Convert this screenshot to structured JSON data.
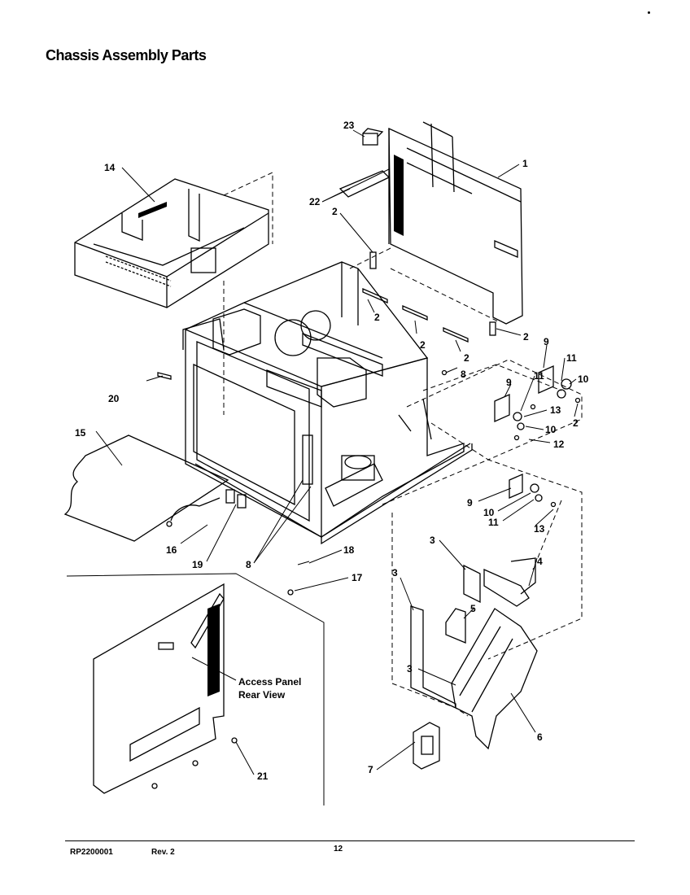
{
  "page": {
    "title": "Chassis Assembly Parts",
    "footer": {
      "doc_number": "RP2200001",
      "revision": "Rev. 2",
      "page_number": "12"
    }
  },
  "callouts": {
    "c1": "1",
    "c2a": "2",
    "c2b": "2",
    "c2c": "2",
    "c2d": "2",
    "c2e": "2",
    "c2f": "2",
    "c3a": "3",
    "c3b": "3",
    "c3c": "3",
    "c4": "4",
    "c5": "5",
    "c6": "6",
    "c7": "7",
    "c8a": "8",
    "c8b": "8",
    "c9a": "9",
    "c9b": "9",
    "c9c": "9",
    "c10a": "10",
    "c10b": "10",
    "c10c": "10",
    "c11a": "11",
    "c11b": "11",
    "c11c": "11",
    "c12": "12",
    "c13a": "13",
    "c13b": "13",
    "c14": "14",
    "c15": "15",
    "c16": "16",
    "c17": "17",
    "c18": "18",
    "c19": "19",
    "c20": "20",
    "c21": "21",
    "c22": "22",
    "c23": "23"
  },
  "annotations": {
    "access_panel_line1": "Access Panel",
    "access_panel_line2": "Rear View"
  }
}
